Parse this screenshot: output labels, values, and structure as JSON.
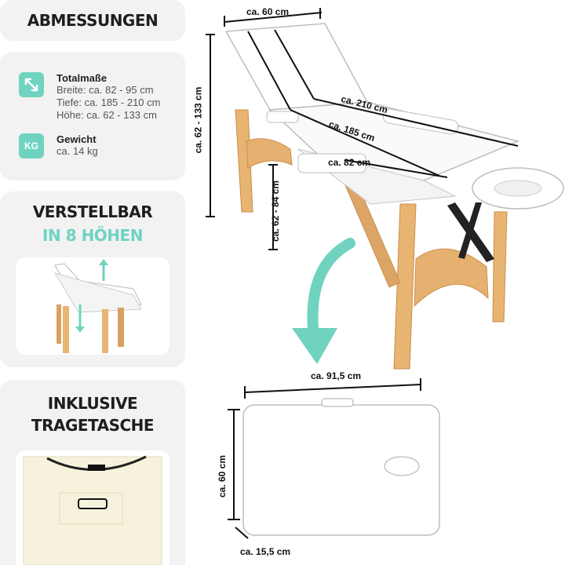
{
  "sections": {
    "dimensions_title": "ABMESSUNGEN",
    "total": {
      "icon": "diagonal-arrow-icon",
      "title": "Totalmaße",
      "lines": [
        "Breite: ca. 82 - 95 cm",
        "Tiefe: ca. 185 - 210 cm",
        "Höhe: ca. 62 - 133 cm"
      ]
    },
    "weight": {
      "icon": "weight-kg-icon",
      "icon_text": "KG",
      "title": "Gewicht",
      "value": "ca. 14 kg"
    },
    "adjustable": {
      "line1": "VERSTELLBAR",
      "line2": "IN 8 HÖHEN"
    },
    "bag": {
      "line1": "INKLUSIVE",
      "line2": "TRAGETASCHE"
    }
  },
  "table_dimensions": {
    "top_width": "ca. 60 cm",
    "height_total": "ca. 62 - 133 cm",
    "length_max": "ca. 210 cm",
    "length_min": "ca. 185 cm",
    "width_arms": "ca. 82 cm",
    "height_low": "ca. 62 - 84 cm"
  },
  "folded_dimensions": {
    "width": "ca. 91,5 cm",
    "height": "ca. 60 cm",
    "depth": "ca. 15,5 cm"
  },
  "colors": {
    "accent": "#6fd3c0",
    "panel": "#f2f2f2",
    "wood": "#e8b472",
    "cushion": "#ffffff"
  }
}
